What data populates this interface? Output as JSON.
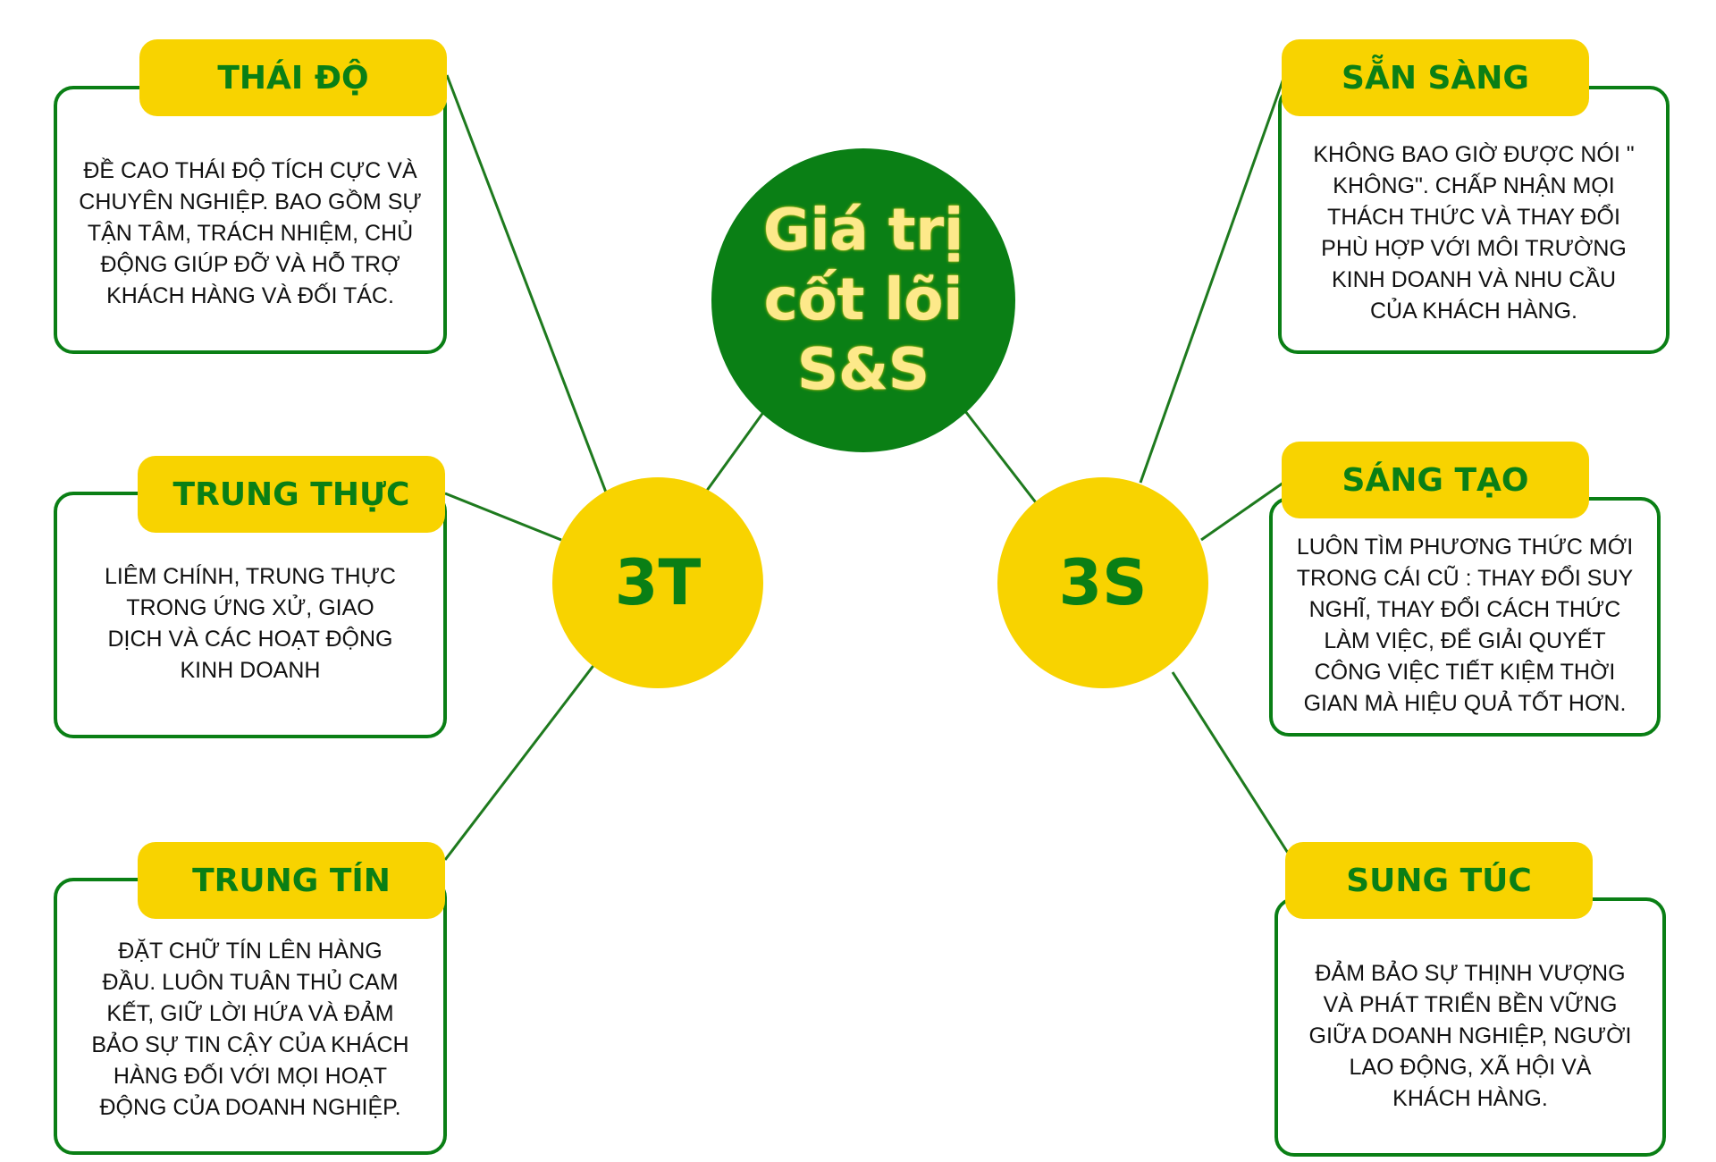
{
  "colors": {
    "green": "#0a7f15",
    "yellow": "#f8d300",
    "line": "#1e7a1e"
  },
  "center": {
    "lines": [
      "Giá trị",
      "cốt lõi",
      "S&S"
    ]
  },
  "hubs": {
    "left": "3T",
    "right": "3S"
  },
  "values": {
    "thai_do": {
      "title": "THÁI ĐỘ",
      "text": "ĐỀ CAO THÁI ĐỘ TÍCH CỰC VÀ\nCHUYÊN NGHIỆP. BAO GỒM SỰ\nTẬN TÂM, TRÁCH NHIỆM, CHỦ\nĐỘNG GIÚP ĐỠ VÀ HỖ TRỢ\nKHÁCH HÀNG VÀ ĐỐI TÁC."
    },
    "trung_thuc": {
      "title": "TRUNG THỰC",
      "text": "LIÊM CHÍNH, TRUNG THỰC\nTRONG ỨNG XỬ, GIAO\nDỊCH VÀ CÁC HOẠT ĐỘNG\nKINH DOANH"
    },
    "trung_tin": {
      "title": "TRUNG TÍN",
      "text": "ĐẶT CHỮ TÍN LÊN HÀNG\nĐẦU. LUÔN TUÂN THỦ CAM\nKẾT, GIỮ LỜI HỨA VÀ ĐẢM\nBẢO SỰ TIN CẬY CỦA KHÁCH\nHÀNG ĐỐI VỚI MỌI HOẠT\nĐỘNG CỦA DOANH NGHIỆP."
    },
    "san_sang": {
      "title": "SẴN SÀNG",
      "text": "KHÔNG BAO GIỜ ĐƯỢC NÓI \"\nKHÔNG\". CHẤP NHẬN MỌI\nTHÁCH THỨC VÀ THAY ĐỔI\nPHÙ HỢP VỚI MÔI TRƯỜNG\nKINH DOANH VÀ NHU CẦU\nCỦA KHÁCH HÀNG."
    },
    "sang_tao": {
      "title": "SÁNG TẠO",
      "text": "LUÔN TÌM PHƯƠNG THỨC MỚI\nTRONG CÁI CŨ : THAY ĐỔI SUY\nNGHĨ, THAY ĐỔI CÁCH THỨC\nLÀM VIỆC, ĐỂ GIẢI QUYẾT\nCÔNG VIỆC TIẾT KIỆM THỜI\nGIAN MÀ HIỆU QUẢ TỐT HƠN."
    },
    "sung_tuc": {
      "title": "SUNG TÚC",
      "text": "ĐẢM BẢO SỰ THỊNH VƯỢNG\nVÀ PHÁT TRIỂN BỀN VỮNG\nGIỮA DOANH NGHIỆP, NGƯỜI\nLAO ĐỘNG, XÃ HỘI VÀ\nKHÁCH HÀNG."
    }
  }
}
